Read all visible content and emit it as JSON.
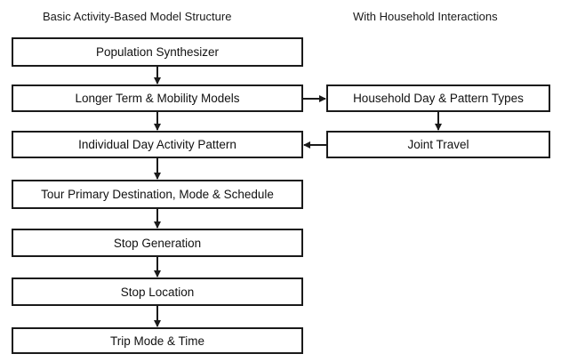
{
  "headings": {
    "left": "Basic Activity-Based Model Structure",
    "right": "With Household Interactions"
  },
  "main_flow": {
    "steps": [
      "Population Synthesizer",
      "Longer Term & Mobility Models",
      "Individual Day Activity Pattern",
      "Tour Primary Destination, Mode & Schedule",
      "Stop Generation",
      "Stop Location",
      "Trip Mode & Time"
    ]
  },
  "household_flow": {
    "steps": [
      "Household Day & Pattern Types",
      "Joint Travel"
    ]
  },
  "colors": {
    "line": "#1a1a1a",
    "box_fill": "#ffffff",
    "background": "#ffffff"
  }
}
